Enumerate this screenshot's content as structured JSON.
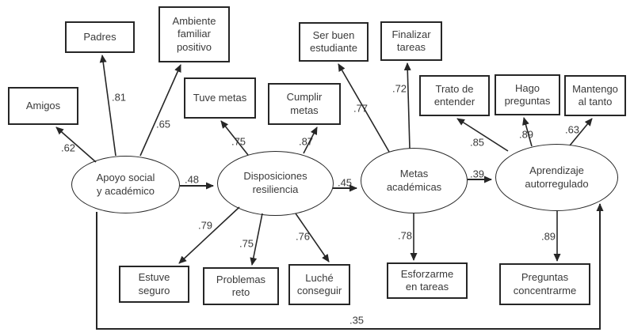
{
  "colors": {
    "background": "#ffffff",
    "line": "#262626",
    "text": "#3a3a3a"
  },
  "latents": {
    "apoyo": {
      "label": "Apoyo social\ny académico"
    },
    "disposiciones": {
      "label": "Disposiciones\nresiliencia"
    },
    "metas": {
      "label": "Metas\nacadémicas"
    },
    "aprendizaje": {
      "label": "Aprendizaje\nautorregulado"
    }
  },
  "nodes": {
    "amigos": {
      "label": "Amigos",
      "loading": ".62"
    },
    "padres": {
      "label": "Padres",
      "loading": ".81"
    },
    "ambiente": {
      "label": "Ambiente\nfamiliar\npositivo",
      "loading": ".65"
    },
    "tuve_metas": {
      "label": "Tuve metas",
      "loading": ".75"
    },
    "cumplir_metas": {
      "label": "Cumplir\nmetas",
      "loading": ".87"
    },
    "ser_buen_estudiante": {
      "label": "Ser buen\nestudiante",
      "loading": ".77"
    },
    "finalizar_tareas": {
      "label": "Finalizar\ntareas",
      "loading": ".72"
    },
    "trato_de_entender": {
      "label": "Trato de\nentender",
      "loading": ".85"
    },
    "hago_preguntas": {
      "label": "Hago\npreguntas",
      "loading": ".89"
    },
    "mantengo_al_tanto": {
      "label": "Mantengo\nal tanto",
      "loading": ".63"
    },
    "estuve_seguro": {
      "label": "Estuve\nseguro",
      "loading": ".79"
    },
    "problemas_reto": {
      "label": "Problemas\nreto",
      "loading": ".75"
    },
    "luche_conseguir": {
      "label": "Luché\nconseguir",
      "loading": ".76"
    },
    "esforzarme_tareas": {
      "label": "Esforzarme\nen tareas",
      "loading": ".78"
    },
    "preguntas_concentrarme": {
      "label": "Preguntas\nconcentrarme",
      "loading": ".89"
    }
  },
  "paths": {
    "apoyo_disposiciones": ".48",
    "disposiciones_metas": ".45",
    "metas_aprendizaje": ".39",
    "apoyo_aprendizaje": ".35"
  }
}
